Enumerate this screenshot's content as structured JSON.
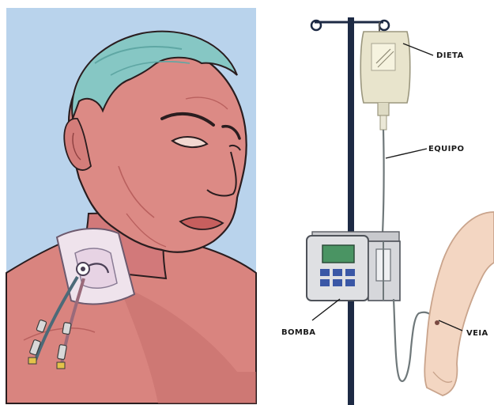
{
  "labels": {
    "dieta": "DIETA",
    "equipo": "EQUIPO",
    "bomba": "BOMBA",
    "veia": "VEIA"
  },
  "colors": {
    "panel_bg": "#b9d3ec",
    "skin": "#d9847f",
    "skin_shadow": "#b9605e",
    "hair": "#86c7c4",
    "outline": "#2a1d1f",
    "pole": "#1d2a44",
    "bag": "#e8e4cc",
    "pump_body": "#dfe0e3",
    "pump_screen": "#4a9463",
    "arm_skin": "#f3d6c2",
    "tube": "#6f787a"
  },
  "icons": [
    "iv-pole-icon",
    "diet-bag-icon",
    "infusion-pump-icon",
    "catheter-icon",
    "arm-icon"
  ]
}
